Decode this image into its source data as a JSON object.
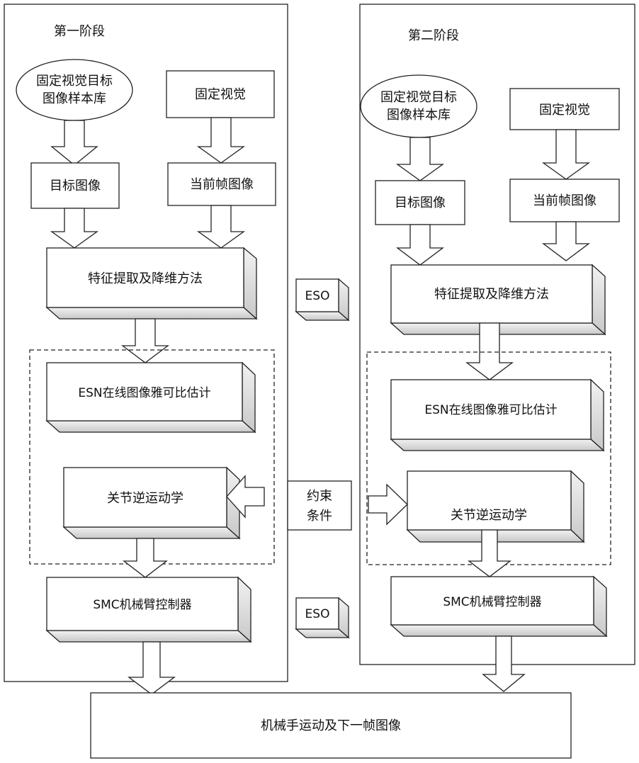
{
  "stage1": {
    "title": "第一阶段",
    "library_line1": "固定视觉目标",
    "library_line2": "图像样本库",
    "camera": "固定视觉",
    "target_image": "目标图像",
    "current_frame": "当前帧图像",
    "feature_extraction": "特征提取及降维方法",
    "esn_jacobian": "ESN在线图像雅可比估计",
    "inverse_kinematics": "关节逆运动学",
    "smc_controller": "SMC机械臂控制器"
  },
  "stage2": {
    "title": "第二阶段",
    "library_line1": "固定视觉目标",
    "library_line2": "图像样本库",
    "camera": "固定视觉",
    "target_image": "目标图像",
    "current_frame": "当前帧图像",
    "feature_extraction": "特征提取及降维方法",
    "esn_jacobian": "ESN在线图像雅可比估计",
    "inverse_kinematics": "关节逆运动学",
    "smc_controller": "SMC机械臂控制器"
  },
  "middle": {
    "eso_top": "ESO",
    "constraint_line1": "约束",
    "constraint_line2": "条件",
    "eso_bottom": "ESO"
  },
  "output": "机械手运动及下一帧图像"
}
